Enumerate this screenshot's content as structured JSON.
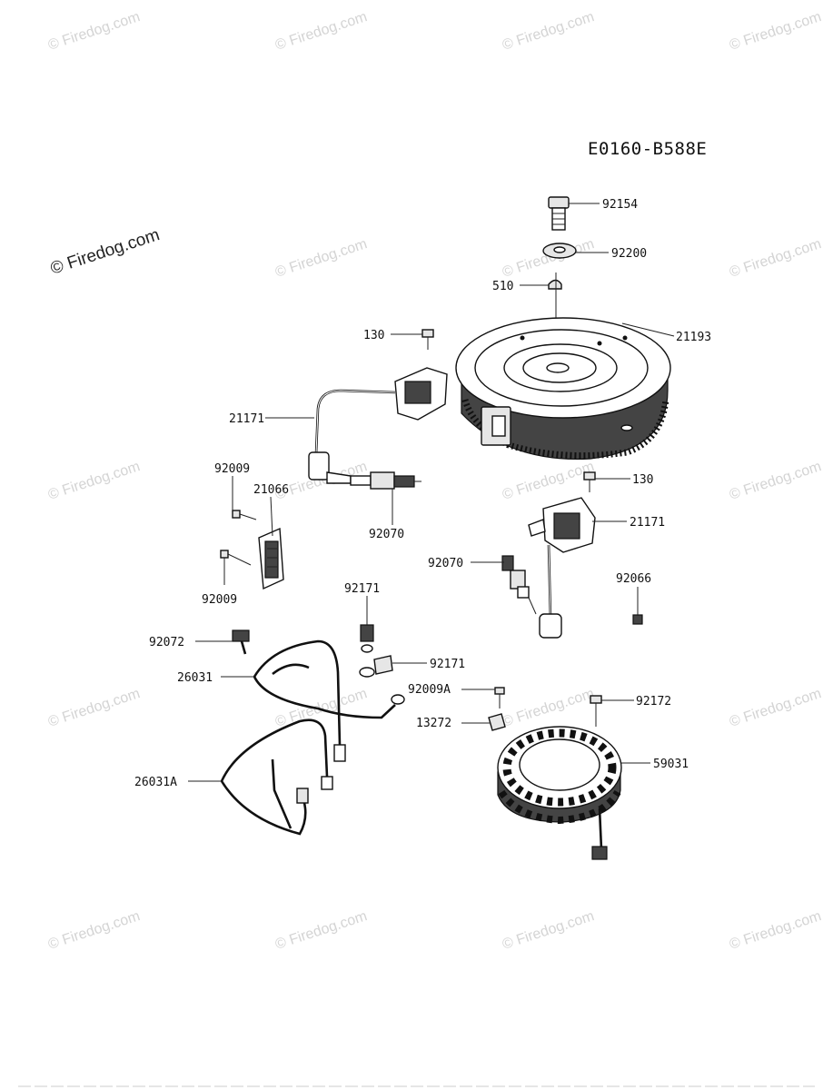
{
  "diagram_code": "E0160-B588E",
  "watermark_text": "© Firedog.com",
  "callouts": {
    "c92154": "92154",
    "c92200": "92200",
    "c510": "510",
    "c21193": "21193",
    "c130_top": "130",
    "c21171_left": "21171",
    "c92009_top": "92009",
    "c21066": "21066",
    "c92070_left": "92070",
    "c92009_bottom": "92009",
    "c130_right": "130",
    "c21171_right": "21171",
    "c92070_right": "92070",
    "c92066": "92066",
    "c92171_top": "92171",
    "c92072": "92072",
    "c92171_right": "92171",
    "c26031": "26031",
    "c92009A": "92009A",
    "c92172": "92172",
    "c13272": "13272",
    "c59031": "59031",
    "c26031A": "26031A"
  }
}
